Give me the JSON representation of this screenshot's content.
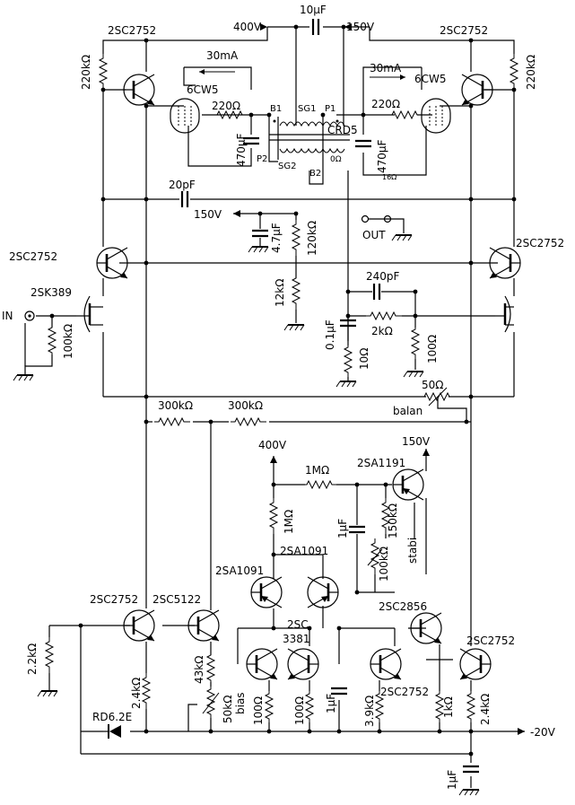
{
  "rails": {
    "v400": "400V",
    "v150": "150V",
    "neg20": "-20V"
  },
  "coupling_cap": "10μF",
  "output_tubes": {
    "left": "6CW5",
    "right": "6CW5",
    "current": "30mA"
  },
  "transformer": {
    "model": "CRD5",
    "b1": "B1",
    "b2": "B2",
    "p1": "P1",
    "p2": "P2",
    "sg1": "SG1",
    "sg2": "SG2",
    "zero": "0Ω",
    "r16": "16Ω"
  },
  "output": {
    "label": "OUT"
  },
  "input": {
    "label": "IN",
    "fet": "2SK389",
    "resistor": "100kΩ"
  },
  "components": {
    "q_2sc2752": "2SC2752",
    "q_2sc5122": "2SC5122",
    "q_2sa1091": "2SA1091",
    "q_2sa1191": "2SA1191",
    "q_2sc2856": "2SC2856",
    "q_2sc3381_a": "2SC",
    "q_2sc3381_b": "3381",
    "zener": "RD6.2E",
    "r220k": "220kΩ",
    "r220": "220Ω",
    "r120k": "120kΩ",
    "r12k": "12kΩ",
    "r2k": "2kΩ",
    "r100": "100Ω",
    "r10": "10Ω",
    "r300k": "300kΩ",
    "r1M": "1MΩ",
    "r150k": "150kΩ",
    "r100k": "100kΩ",
    "r2_2k": "2.2kΩ",
    "r2_4k": "2.4kΩ",
    "r43k": "43kΩ",
    "r50k": "50kΩ",
    "r3_9k": "3.9kΩ",
    "r1k": "1kΩ",
    "r50": "50Ω",
    "c470u": "470μF",
    "c4_7u": "4.7μF",
    "c20p": "20pF",
    "c240p": "240pF",
    "c0_1u": "0.1μF",
    "c1u": "1μF"
  },
  "trims": {
    "balance": "balan",
    "bias": "bias",
    "stabi": "stabi"
  }
}
